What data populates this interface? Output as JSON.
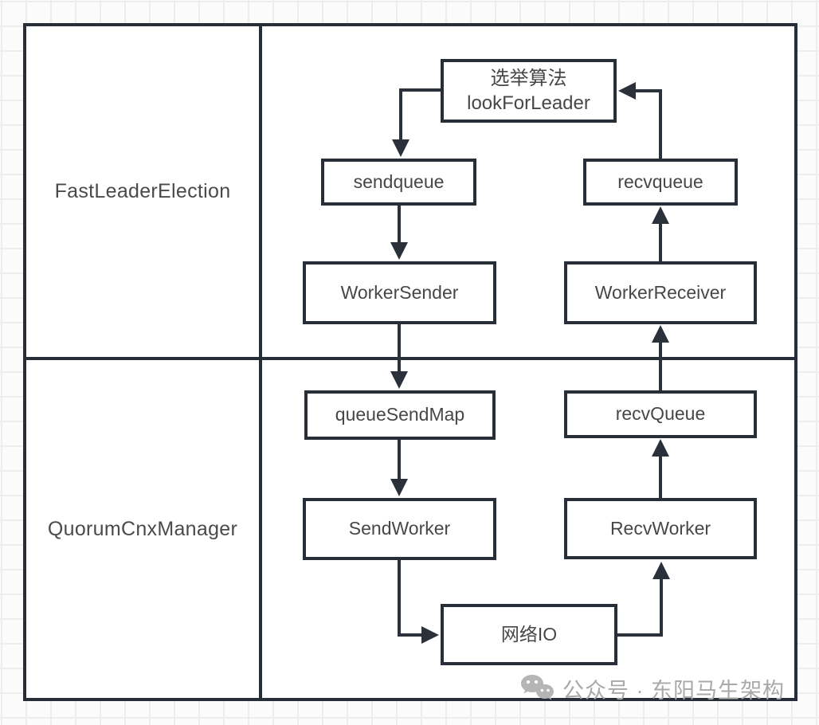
{
  "diagram": {
    "rows": [
      {
        "id": "fast-leader-election",
        "label": "FastLeaderElection"
      },
      {
        "id": "quorum-cnx-manager",
        "label": "QuorumCnxManager"
      }
    ],
    "nodes": {
      "election": {
        "line1": "选举算法",
        "line2": "lookForLeader"
      },
      "sendqueue": "sendqueue",
      "recvqueue": "recvqueue",
      "workerSender": "WorkerSender",
      "workerReceiver": "WorkerReceiver",
      "queueSendMap": "queueSendMap",
      "recvQueue": "recvQueue",
      "sendWorker": "SendWorker",
      "recvWorker": "RecvWorker",
      "networkIO": "网络IO"
    },
    "edges": [
      {
        "from": "election",
        "to": "sendqueue"
      },
      {
        "from": "sendqueue",
        "to": "workerSender"
      },
      {
        "from": "workerSender",
        "to": "queueSendMap"
      },
      {
        "from": "queueSendMap",
        "to": "sendWorker"
      },
      {
        "from": "sendWorker",
        "to": "networkIO"
      },
      {
        "from": "networkIO",
        "to": "recvWorker"
      },
      {
        "from": "recvWorker",
        "to": "recvQueue"
      },
      {
        "from": "recvQueue",
        "to": "workerReceiver"
      },
      {
        "from": "workerReceiver",
        "to": "recvqueue"
      },
      {
        "from": "recvqueue",
        "to": "election"
      }
    ],
    "colors": {
      "stroke": "#272e37",
      "node_text": "#474747",
      "row_label_text": "#4a4a4a",
      "watermark_gray": "#a9a9a9",
      "grid_line": "#ededed",
      "canvas_bg": "#fbfbfb"
    }
  },
  "watermark": {
    "icon": "wechat-icon",
    "text": "公众号 · 东阳马生架构"
  }
}
